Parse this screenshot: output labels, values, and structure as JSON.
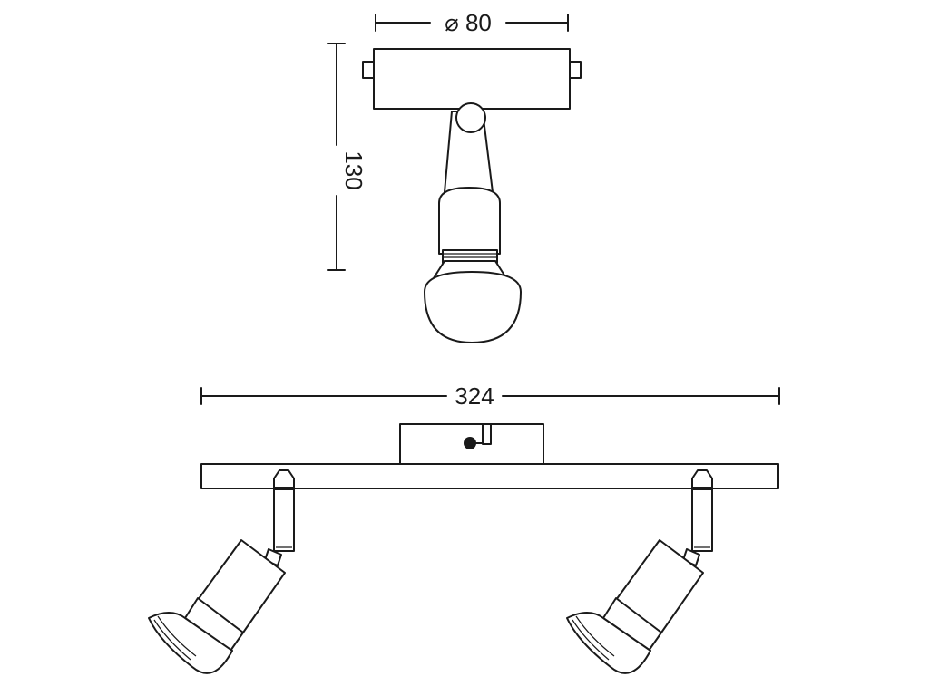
{
  "dimensions": {
    "diameter_label": "⌀ 80",
    "height_label": "130",
    "width_label": "324"
  }
}
